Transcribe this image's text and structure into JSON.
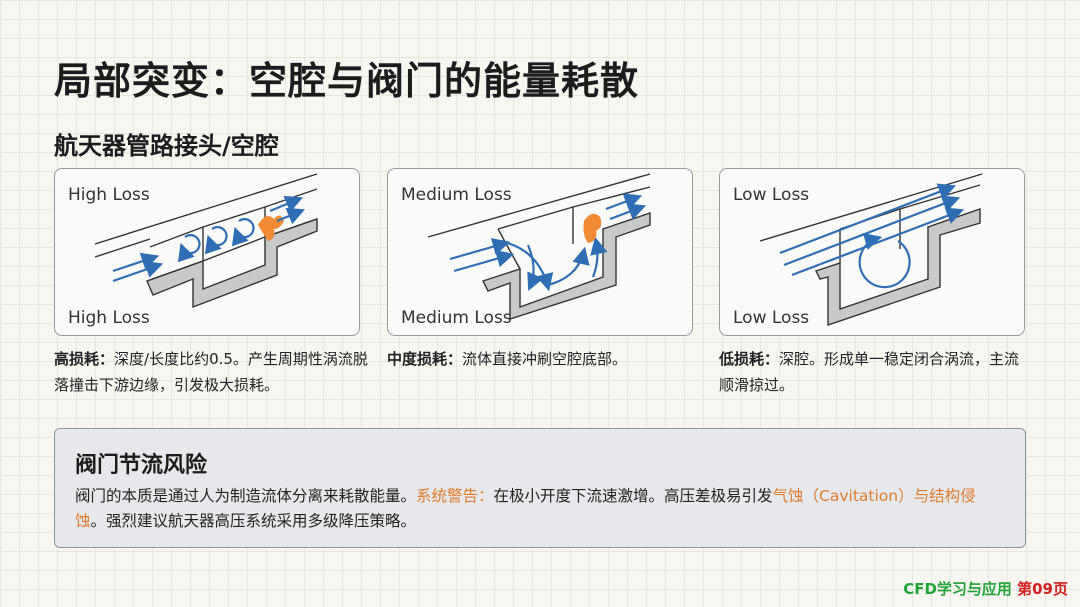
{
  "title": "局部突变：空腔与阀门的能量耗散",
  "subtitle": "航天器管路接头/空腔",
  "panels": [
    {
      "label_top": "High Loss",
      "label_bottom": "High Loss",
      "desc_bold": "高损耗：",
      "desc_text": "深度/长度比约0.5。产生周期性涡流脱落撞击下游边缘，引发极大损耗。"
    },
    {
      "label_top": "Medium Loss",
      "label_bottom": "Medium Loss",
      "desc_bold": "中度损耗：",
      "desc_text": "流体直接冲刷空腔底部。"
    },
    {
      "label_top": "Low Loss",
      "label_bottom": "Low Loss",
      "desc_bold": "低损耗：",
      "desc_text": "深腔。形成单一稳定闭合涡流，主流顺滑掠过。"
    }
  ],
  "valve": {
    "title": "阀门节流风险",
    "text_1": "阀门的本质是通过人为制造流体分离来耗散能量。",
    "warning_label": "系统警告：",
    "text_2": "在极小开度下流速激增。高压差极易引发",
    "highlight": "气蚀（Cavitation）与结构侵蚀",
    "text_3": "。强烈建议航天器高压系统采用多级降压策略。"
  },
  "footer": {
    "brand": "CFD学习与应用 ",
    "page": "第09页"
  },
  "colors": {
    "arrow": "#2f6eb5",
    "hotspot": "#f08a33",
    "warning": "#e07b2c",
    "brand": "#21a335",
    "page": "#d32020"
  }
}
